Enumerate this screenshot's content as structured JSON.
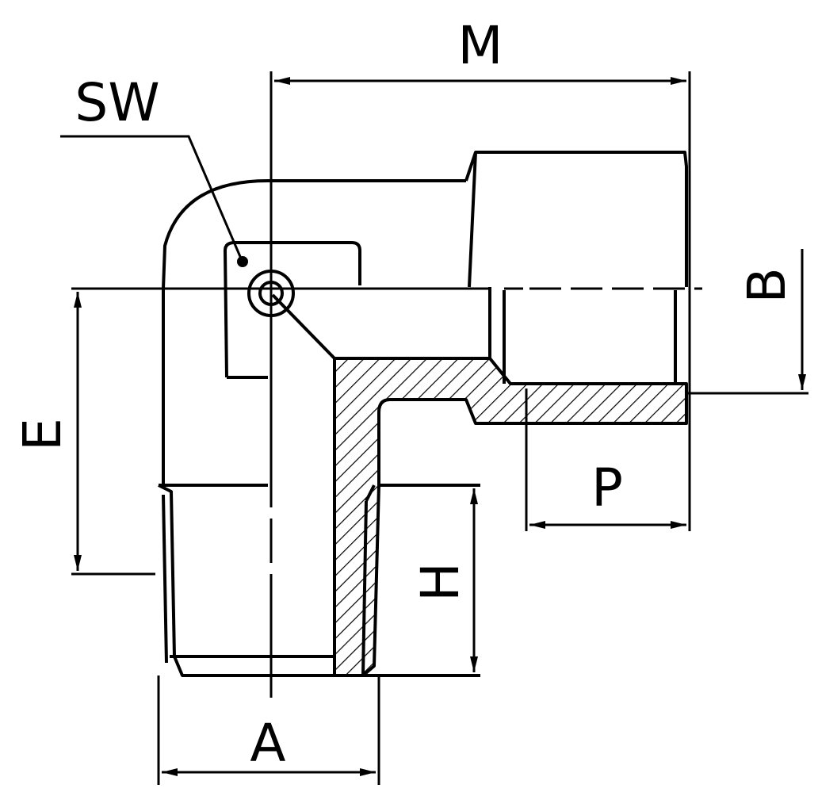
{
  "drawing": {
    "colors": {
      "line": "#000000",
      "background": "#ffffff"
    },
    "labels": {
      "M": "M",
      "SW": "SW",
      "B": "B",
      "E": "E",
      "P": "P",
      "H": "H",
      "A": "A"
    }
  }
}
